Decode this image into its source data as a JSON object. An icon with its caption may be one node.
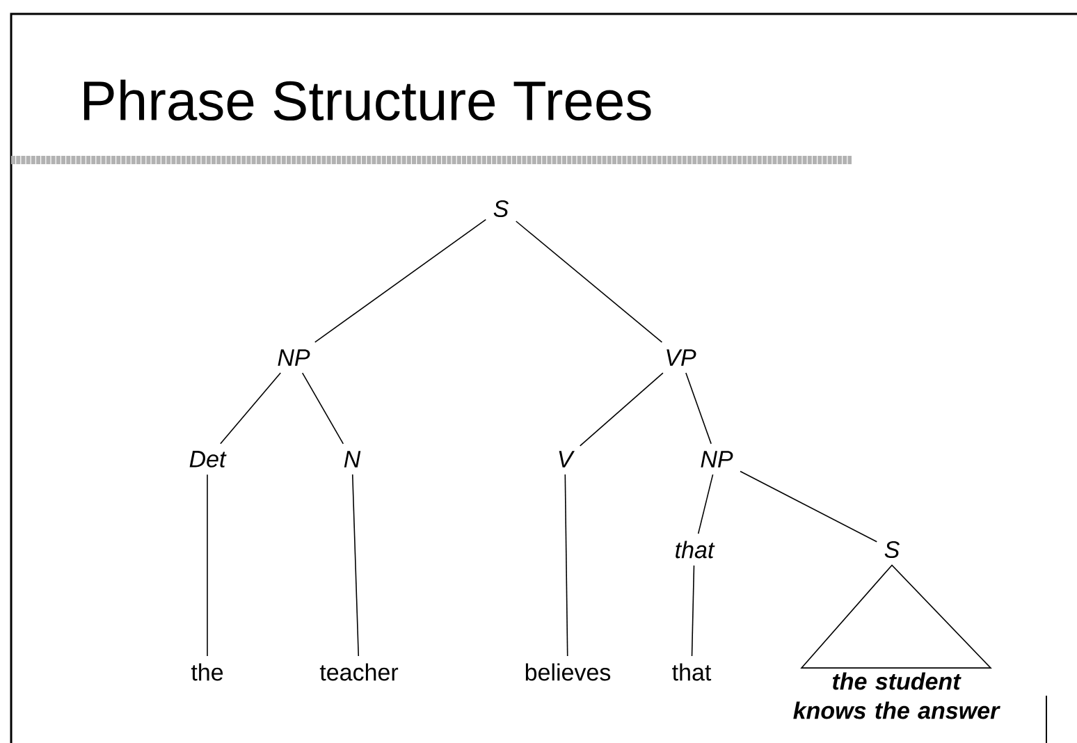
{
  "diagram": {
    "title": "Phrase Structure Trees",
    "nodes": [
      {
        "text": [
          "S"
        ]
      },
      {
        "text": [
          "NP"
        ]
      },
      {
        "text": [
          "VP"
        ]
      },
      {
        "text": [
          "Det"
        ]
      },
      {
        "text": [
          "N"
        ]
      },
      {
        "text": [
          "V"
        ]
      },
      {
        "text": [
          "NP"
        ]
      },
      {
        "text": [
          "that"
        ]
      },
      {
        "text": [
          "S"
        ]
      },
      {
        "text": [
          "the"
        ]
      },
      {
        "text": [
          "teacher"
        ]
      },
      {
        "text": [
          "believes"
        ]
      },
      {
        "text": [
          "that"
        ]
      },
      {
        "text": [
          "the student knows the answer"
        ]
      }
    ],
    "edges": [
      {
        "from": 0,
        "to": 1,
        "arrow": "none"
      },
      {
        "from": 0,
        "to": 2,
        "arrow": "none"
      },
      {
        "from": 1,
        "to": 3,
        "arrow": "none"
      },
      {
        "from": 1,
        "to": 4,
        "arrow": "none"
      },
      {
        "from": 2,
        "to": 5,
        "arrow": "none"
      },
      {
        "from": 2,
        "to": 6,
        "arrow": "none"
      },
      {
        "from": 3,
        "to": 9,
        "arrow": "none"
      },
      {
        "from": 4,
        "to": 10,
        "arrow": "none"
      },
      {
        "from": 5,
        "to": 11,
        "arrow": "none"
      },
      {
        "from": 6,
        "to": 7,
        "arrow": "none"
      },
      {
        "from": 6,
        "to": 8,
        "arrow": "none"
      },
      {
        "from": 7,
        "to": 12,
        "arrow": "none"
      },
      {
        "from": 8,
        "to": 13,
        "arrow": "none"
      }
    ]
  }
}
